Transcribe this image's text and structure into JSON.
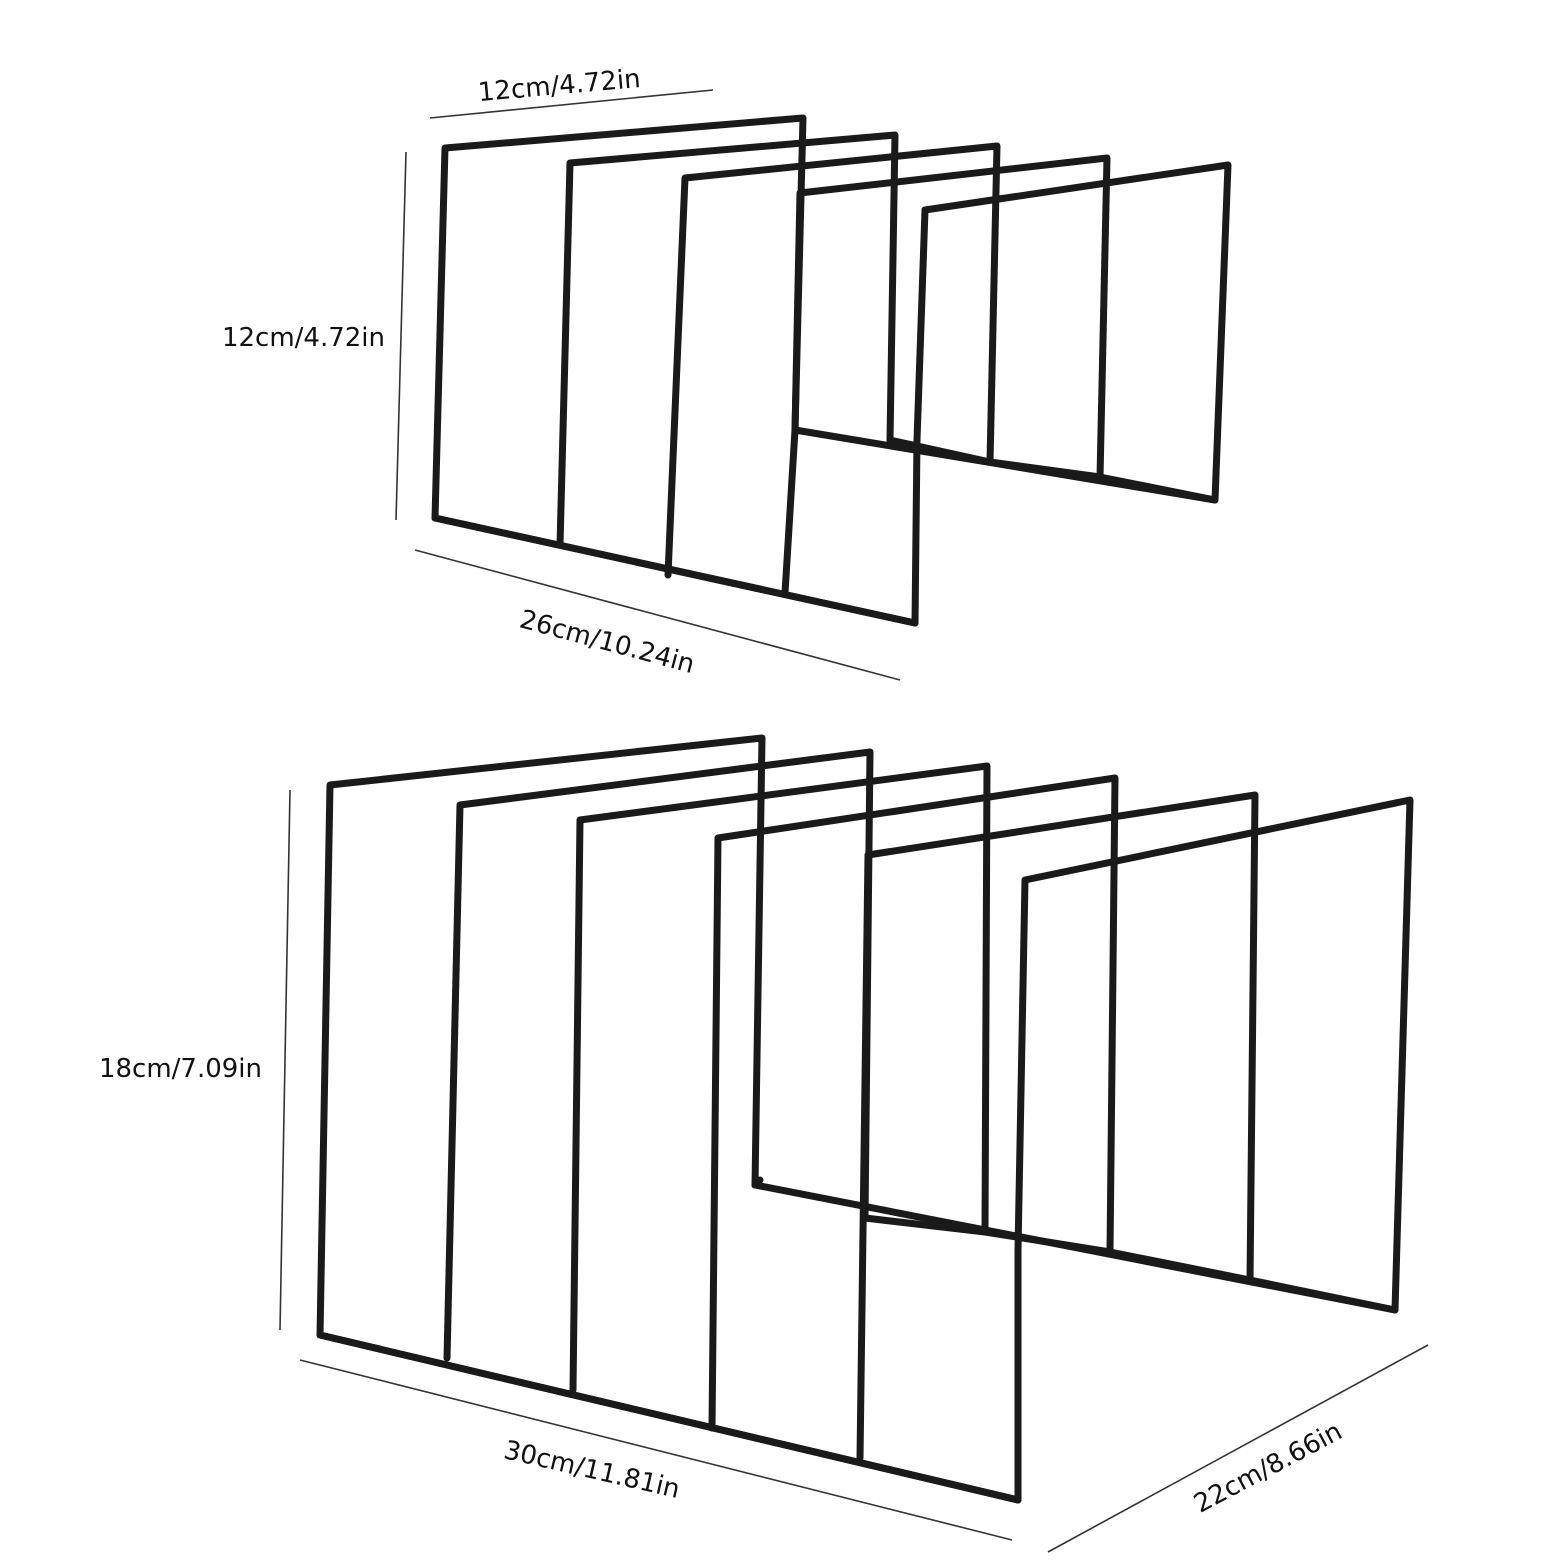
{
  "colors": {
    "wire": "#1a1a1a",
    "background": "#ffffff",
    "dimension_line": "#333333"
  },
  "small_rack": {
    "width_label": "12cm/4.72in",
    "height_label": "12cm/4.72in",
    "length_label": "26cm/10.24in"
  },
  "large_rack": {
    "height_label": "18cm/7.09in",
    "length_label": "30cm/11.81in",
    "depth_label": "22cm/8.66in"
  }
}
